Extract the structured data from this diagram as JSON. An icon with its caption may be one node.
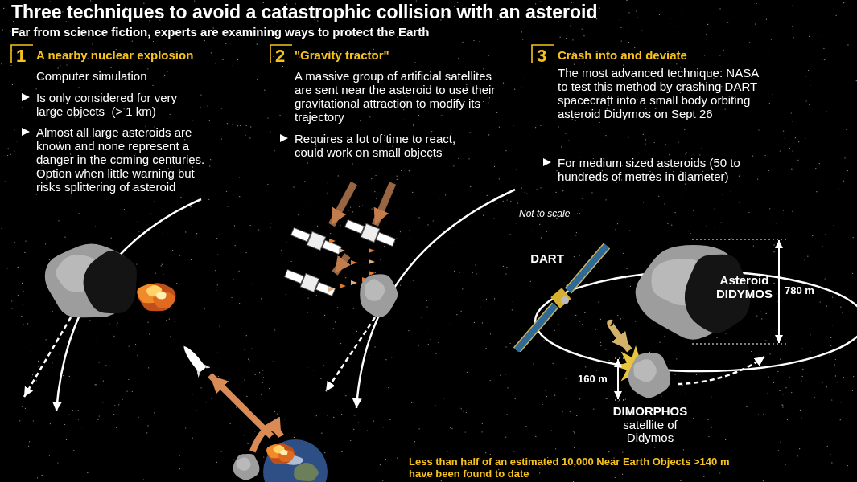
{
  "diagram": {
    "title": "Three techniques to avoid a catastrophic collision with an asteroid",
    "nodes": [
      {
        "text": [],
        "shape": "picture"
      },
      {
        "text": [],
        "shape": "picture"
      },
      {
        "text": [],
        "shape": "picture"
      },
      {
        "text": [
          "DART"
        ]
      },
      {
        "text": [
          "Asteroid DIDYMOS"
        ]
      },
      {
        "text": [],
        "shape": "picture",
        "beside": [
          "DIMORPHOS",
          "satellite of Didymos"
        ]
      }
    ],
    "edges": [
      {
        "from": 1,
        "to": 0,
        "arrow": "to"
      },
      {
        "from": 2,
        "to": 1,
        "arrow": "to"
      },
      {
        "from": 3,
        "to": 5,
        "arrow": "to",
        "color": "#d4b26a"
      }
    ],
    "labels": [
      "Far from science fiction, experts are examining ways to protect the Earth",
      "1",
      "A nearby nuclear explosion",
      "Computer simulation",
      "Is only considered for very large objects  (> 1 km)",
      "Almost all large asteroids are known and none represent a danger in the coming centuries. Option when little warning but risks splittering of asteroid",
      "2",
      "\"Gravity tractor\"",
      "A massive group of artificial satellites are sent near the asteroid to use their gravitational attraction to modify its trajectory",
      "Requires a lot of time to react, could work on small objects",
      "3",
      "Crash into and deviate",
      "The most advanced technique: NASA to test this method by crashing DART spacecraft into a small body orbiting asteroid Didymos on Sept 26",
      "For medium sized asteroids (50 to hundreds of metres in diameter)",
      "Not to scale",
      "780 m",
      "160 m",
      "Less than half of an estimated 10,000 Near Earth Objects >140 m have been found to date"
    ]
  }
}
